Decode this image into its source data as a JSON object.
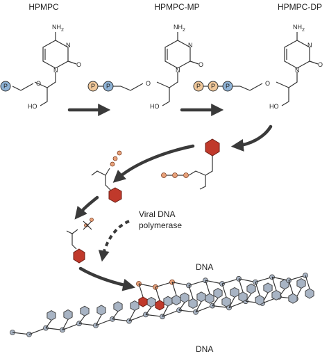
{
  "labels": {
    "hpmpc": "HPMPC",
    "hpmpc_mp": "HPMPC-MP",
    "hpmpc_dp": "HPMPC-DP",
    "nh2": "NH",
    "nh2_sub": "2",
    "n": "N",
    "o": "O",
    "ho": "HO",
    "phosphate": "P",
    "enzyme_line1": "Viral DNA",
    "enzyme_line2": "polymerase",
    "dna_top": "DNA",
    "dna_bottom": "DNA"
  },
  "colors": {
    "phosphate_blue": "#8fb3d6",
    "phosphate_peach": "#f1c89a",
    "drug_red": "#c0392b",
    "base_grey": "#a8b4c4",
    "arrow": "#3a3a3a"
  }
}
